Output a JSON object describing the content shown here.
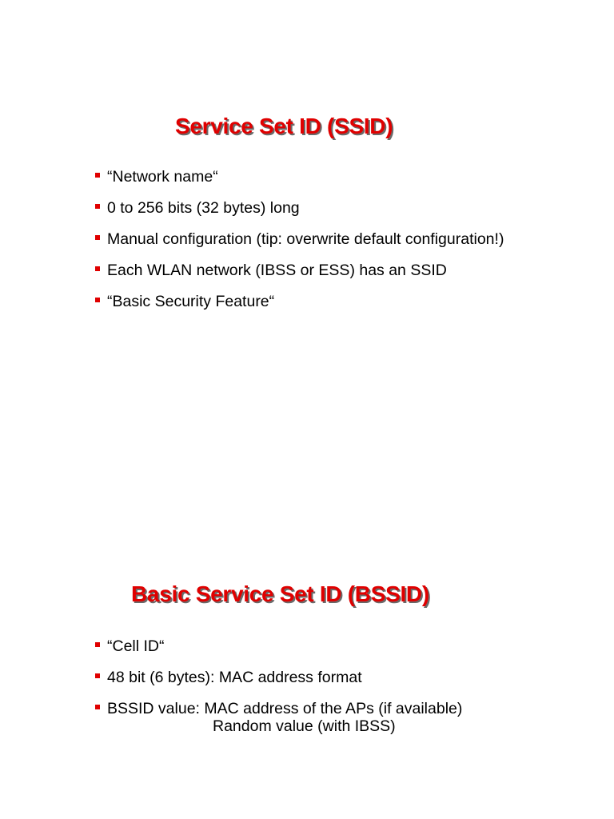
{
  "slides": [
    {
      "title": "Service Set ID (SSID)",
      "bullets": [
        "“Network name“",
        "0 to 256 bits (32 bytes) long",
        "Manual configuration (tip: overwrite default configuration!)",
        "Each WLAN network (IBSS or ESS) has an SSID",
        "“Basic Security Feature“"
      ]
    },
    {
      "title": "Basic Service Set ID (BSSID)",
      "bullets": [
        "“Cell ID“",
        "48 bit (6 bytes): MAC address format",
        "BSSID value: MAC address of the APs (if available)"
      ],
      "bullet_continuation": "Random value (with IBSS)"
    }
  ],
  "colors": {
    "title": "#e00000",
    "title_shadow": "#6a6a6a",
    "bullet_marker": "#e00000",
    "text": "#000000"
  },
  "icons": {
    "bullet_marker": "red-square-bullet-icon"
  }
}
